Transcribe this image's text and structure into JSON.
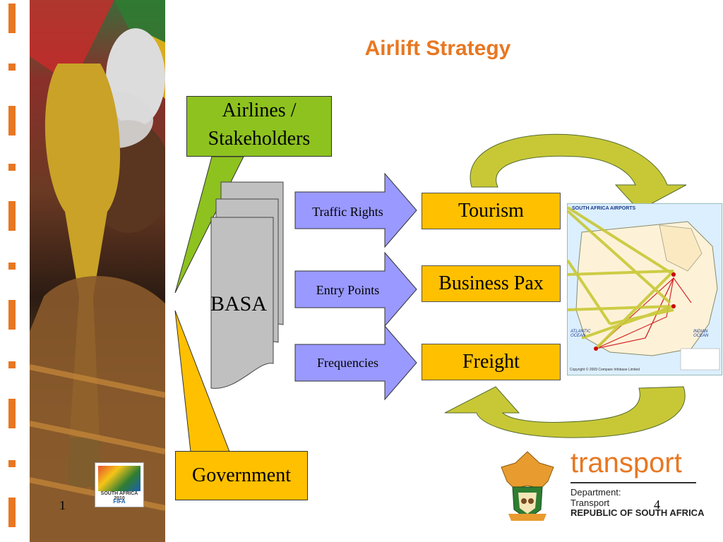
{
  "slide": {
    "title": "Airlift Strategy",
    "callouts": {
      "airlines": "Airlines / Stakeholders",
      "government": "Government"
    },
    "basa_label": "BASA",
    "arrows": [
      "Traffic Rights",
      "Entry Points",
      "Frequencies"
    ],
    "boxes": [
      "Tourism",
      "Business Pax",
      "Freight"
    ],
    "map": {
      "title": "SOUTH AFRICA AIRPORTS",
      "ocean_atlantic": "ATLANTIC OCEAN",
      "ocean_indian": "INDIAN OCEAN",
      "copyright": "Copyright © 2009 Compare Infobase Limited"
    },
    "logo": {
      "brand": "transport",
      "dept_line1": "Department:",
      "dept_line2": "Transport",
      "dept_line3": "REPUBLIC OF SOUTH AFRICA"
    },
    "page_number": "4",
    "photo_page_number": "1",
    "badge": {
      "line1": "SOUTH AFRICA 2010",
      "line2": "FIFA"
    }
  }
}
